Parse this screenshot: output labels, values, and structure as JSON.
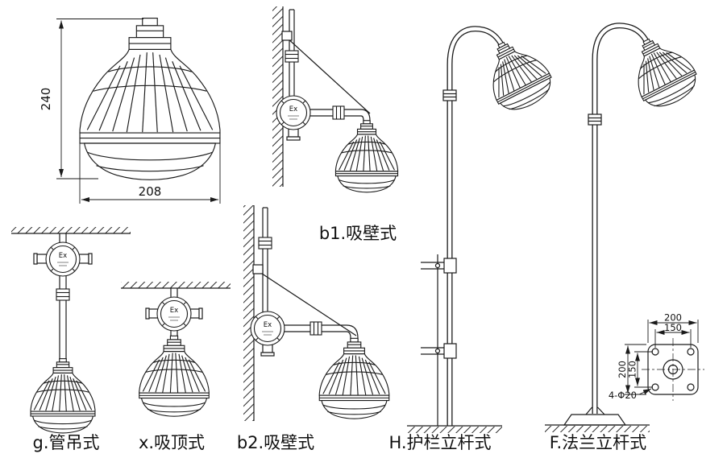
{
  "spec": {
    "height_dim": "240",
    "width_dim": "208"
  },
  "ex_label": "Ex",
  "captions": {
    "b1": "b1.吸壁式",
    "g": "g.管吊式",
    "x": "x.吸顶式",
    "b2": "b2.吸壁式",
    "h": "H.护栏立杆式",
    "f": "F.法兰立杆式"
  },
  "flange": {
    "outer_dim": "200",
    "bolt_spacing": "150",
    "holes_label": "4-Φ20"
  }
}
